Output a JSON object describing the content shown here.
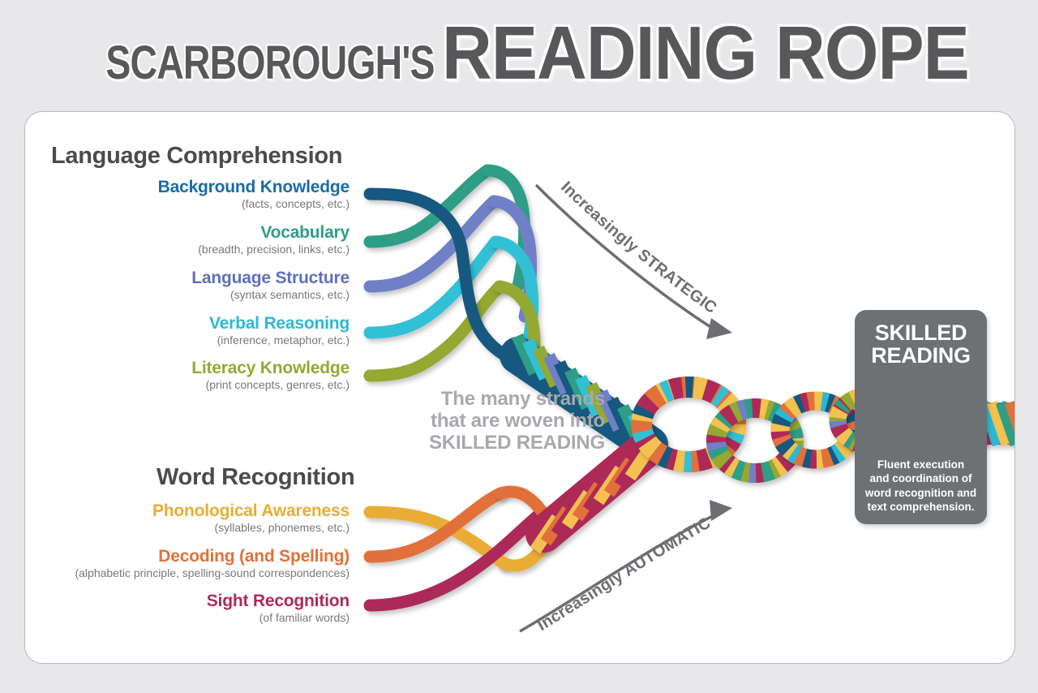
{
  "title": {
    "part1": "SCARBOROUGH'S",
    "part2": "READING ROPE"
  },
  "sections": {
    "language_comprehension": {
      "heading": "Language Comprehension",
      "strands": [
        {
          "name": "Background Knowledge",
          "detail": "(facts, concepts, etc.)",
          "color": "#1a6ba4"
        },
        {
          "name": "Vocabulary",
          "detail": "(breadth, precision, links, etc.)",
          "color": "#2e9e86"
        },
        {
          "name": "Language Structure",
          "detail": "(syntax semantics, etc.)",
          "color": "#5f6fbe"
        },
        {
          "name": "Verbal Reasoning",
          "detail": "(inference, metaphor, etc.)",
          "color": "#2cb9d4"
        },
        {
          "name": "Literacy Knowledge",
          "detail": "(print concepts, genres, etc.)",
          "color": "#94a832"
        }
      ]
    },
    "word_recognition": {
      "heading": "Word Recognition",
      "strands": [
        {
          "name": "Phonological Awareness",
          "detail": "(syllables, phonemes, etc.)",
          "color": "#e9ad34"
        },
        {
          "name": "Decoding (and Spelling)",
          "detail": "(alphabetic principle, spelling-sound correspondences)",
          "color": "#e2703a"
        },
        {
          "name": "Sight Recognition",
          "detail": "(of familiar words)",
          "color": "#ad2a58"
        }
      ]
    }
  },
  "center_note": {
    "line1": "The many strands",
    "line2": "that are woven into",
    "line3": "SKILLED READING"
  },
  "arrows": {
    "upper": "Increasingly STRATEGIC",
    "lower": "Increasingly AUTOMATIC"
  },
  "skilled_reading": {
    "title_line1": "SKILLED",
    "title_line2": "READING",
    "body_line1": "Fluent execution",
    "body_line2": "and coordination of",
    "body_line3": "word recognition and",
    "body_line4": "text comprehension."
  },
  "colors": {
    "background": "#e8e8ea",
    "card": "#ffffff",
    "heading_text": "#4b4b4d",
    "sub_text": "#77787b",
    "note_text": "#a7a9ac",
    "skilled_box": "#6e7174",
    "arrow": "#6d6e71",
    "strand_background_knowledge": "#1a6ba4",
    "strand_vocabulary": "#2e9e86",
    "strand_language_structure": "#5f6fbe",
    "strand_verbal_reasoning": "#2cb9d4",
    "strand_literacy_knowledge": "#94a832",
    "strand_phonological_awareness": "#e9ad34",
    "strand_decoding": "#e2703a",
    "strand_sight_recognition": "#ad2a58",
    "rope_cool_1": "#16597f",
    "rope_cool_2": "#2e9e86",
    "rope_cool_3": "#6f80c6",
    "rope_cool_4": "#33c0d6",
    "rope_cool_5": "#94a832",
    "rope_warm_1": "#f3c150",
    "rope_warm_2": "#e2703a",
    "rope_warm_3": "#ad2a58"
  }
}
